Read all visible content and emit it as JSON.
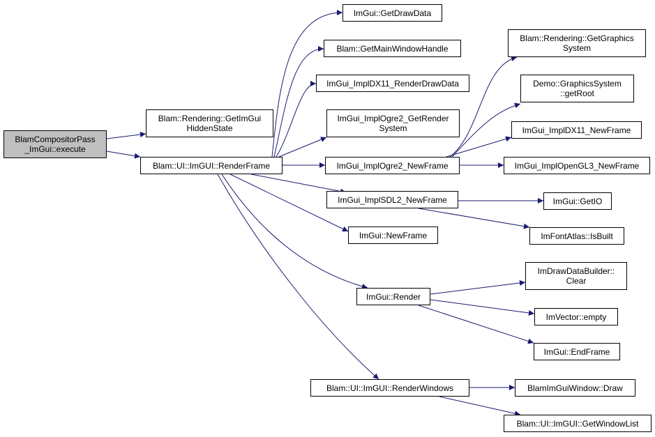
{
  "colors": {
    "edge": "#191970",
    "node_border": "#000000",
    "root_fill": "#bfbfbf",
    "node_fill": "#ffffff"
  },
  "nodes": {
    "root": {
      "lines": [
        "BlamCompositorPass",
        "_ImGui::execute"
      ]
    },
    "get_imgui_hidden_state": {
      "lines": [
        "Blam::Rendering::GetImGui",
        "HiddenState"
      ]
    },
    "render_frame": {
      "lines": [
        "Blam::UI::ImGUI::RenderFrame"
      ]
    },
    "get_draw_data": {
      "lines": [
        "ImGui::GetDrawData"
      ]
    },
    "get_main_window_handle": {
      "lines": [
        "Blam::GetMainWindowHandle"
      ]
    },
    "impl_dx11_render_draw_data": {
      "lines": [
        "ImGui_ImplDX11_RenderDrawData"
      ]
    },
    "impl_ogre2_get_render_system": {
      "lines": [
        "ImGui_ImplOgre2_GetRender",
        "System"
      ]
    },
    "impl_ogre2_new_frame": {
      "lines": [
        "ImGui_ImplOgre2_NewFrame"
      ]
    },
    "impl_sdl2_new_frame": {
      "lines": [
        "ImGui_ImplSDL2_NewFrame"
      ]
    },
    "new_frame": {
      "lines": [
        "ImGui::NewFrame"
      ]
    },
    "render": {
      "lines": [
        "ImGui::Render"
      ]
    },
    "render_windows": {
      "lines": [
        "Blam::UI::ImGUI::RenderWindows"
      ]
    },
    "get_graphics_system": {
      "lines": [
        "Blam::Rendering::GetGraphics",
        "System"
      ]
    },
    "demo_get_root": {
      "lines": [
        "Demo::GraphicsSystem",
        "::getRoot"
      ]
    },
    "impl_dx11_new_frame": {
      "lines": [
        "ImGui_ImplDX11_NewFrame"
      ]
    },
    "impl_opengl3_new_frame": {
      "lines": [
        "ImGui_ImplOpenGL3_NewFrame"
      ]
    },
    "get_io": {
      "lines": [
        "ImGui::GetIO"
      ]
    },
    "is_built": {
      "lines": [
        "ImFontAtlas::IsBuilt"
      ]
    },
    "draw_data_builder_clear": {
      "lines": [
        "ImDrawDataBuilder::",
        "Clear"
      ]
    },
    "vector_empty": {
      "lines": [
        "ImVector::empty"
      ]
    },
    "end_frame": {
      "lines": [
        "ImGui::EndFrame"
      ]
    },
    "window_draw": {
      "lines": [
        "BlamImGuiWindow::Draw"
      ]
    },
    "get_window_list": {
      "lines": [
        "Blam::UI::ImGUI::GetWindowList"
      ]
    }
  }
}
